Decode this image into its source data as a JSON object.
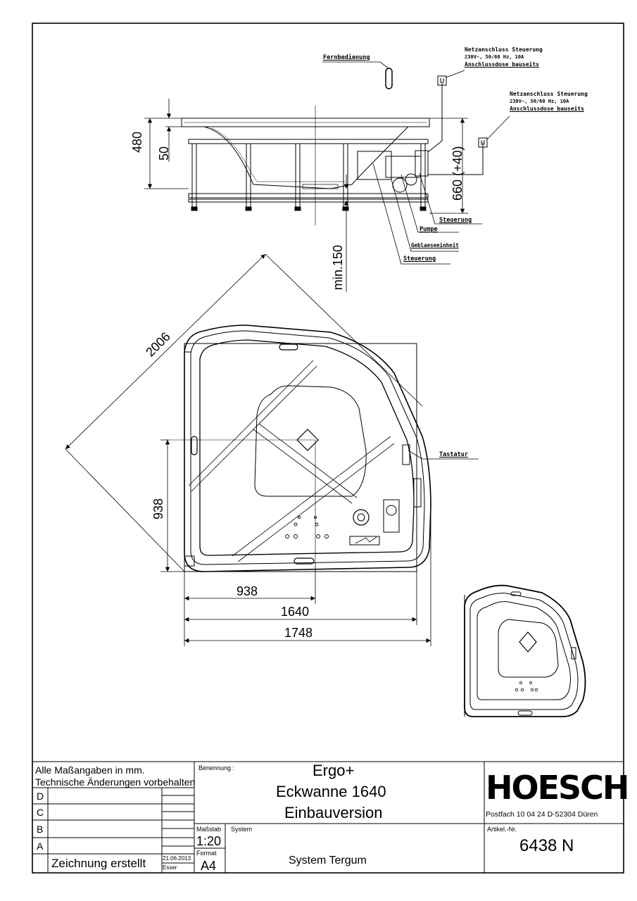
{
  "callouts": {
    "fernbedienung": "Fernbedienung",
    "netz1": [
      "Netzanschluss Steuerung",
      "230V~, 50/60 Hz, 10A",
      "Anschlussdose bauseits"
    ],
    "netz2": [
      "Netzanschluss Steuerung",
      "230V~, 50/60 Hz, 10A",
      "Anschlussdose bauseits"
    ],
    "steuerung_right": "Steuerung",
    "pumpe": "Pumpe",
    "geblaese": "Geblaeseeinheit",
    "steuerung_left": "Steuerung",
    "tastatur": "Tastatur"
  },
  "dimensions": {
    "d480": "480",
    "d50": "50",
    "d660": "660 (+40)",
    "min150": "min.150",
    "d2006": "2006",
    "d938v": "938",
    "d938h": "938",
    "d1640": "1640",
    "d1748": "1748"
  },
  "title_block": {
    "note1": "Alle Maßangaben in mm.",
    "note2": "Technische Änderungen vorbehalten",
    "rev_d": "D",
    "rev_c": "C",
    "rev_b": "B",
    "rev_a": "A",
    "drawn_label": "Zeichnung erstellt",
    "drawn_date": "21.06.2013",
    "drawn_by": "Esser",
    "benennung_label": "Benennung :",
    "name1": "Ergo+",
    "name2": "Eckwanne 1640",
    "name3": "Einbauversion",
    "massstab_label": "Maßstab",
    "massstab": "1:20",
    "format_label": "Format",
    "format": "A4",
    "system_label": "System",
    "system": "System Tergum",
    "brand": "HOESCH",
    "address": "Postfach 10 04 24   D-52304 Düren",
    "artikel_label": "Artikel.-Nr.",
    "artikel": "6438 N"
  }
}
